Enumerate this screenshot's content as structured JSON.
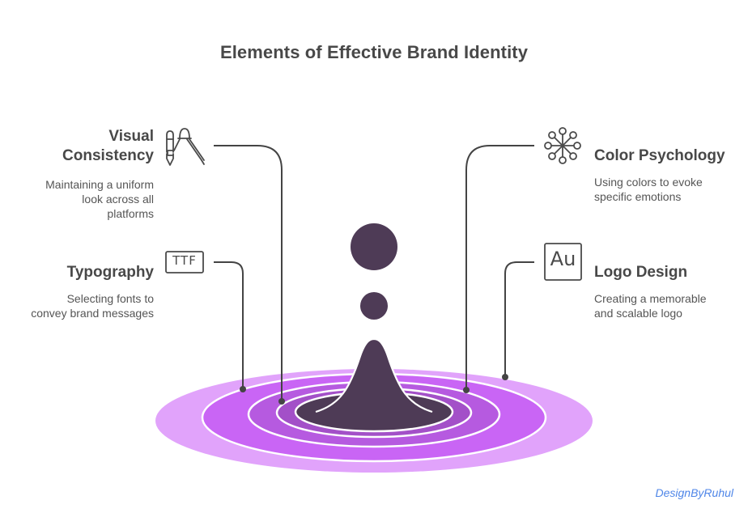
{
  "title": "Elements of Effective Brand Identity",
  "items": [
    {
      "id": "visual-consistency",
      "title_line1": "Visual",
      "title_line2": "Consistency",
      "desc_line1": "Maintaining a uniform",
      "desc_line2": "look across all",
      "desc_line3": "platforms",
      "icon": "drafting-compass-pencil-icon",
      "side": "left"
    },
    {
      "id": "typography",
      "title": "Typography",
      "desc_line1": "Selecting fonts to",
      "desc_line2": "convey brand messages",
      "icon": "ttf-font-icon",
      "icon_text": "TTF",
      "side": "left"
    },
    {
      "id": "color-psychology",
      "title": "Color Psychology",
      "desc_line1": "Using colors to evoke",
      "desc_line2": "specific emotions",
      "icon": "network-hub-icon",
      "side": "right"
    },
    {
      "id": "logo-design",
      "title": "Logo Design",
      "desc_line1": "Creating a memorable",
      "desc_line2": "and scalable logo",
      "icon": "au-badge-icon",
      "icon_text": "Au",
      "side": "right"
    }
  ],
  "colors": {
    "outer_ring": "#E1A3FB",
    "ring_1": "#C965F5",
    "ring_2": "#B65AE0",
    "ring_3": "#A350C8",
    "core": "#4E3B56",
    "connector": "#444444",
    "watermark": "#4F86E8"
  },
  "watermark": "DesignByRuhul"
}
